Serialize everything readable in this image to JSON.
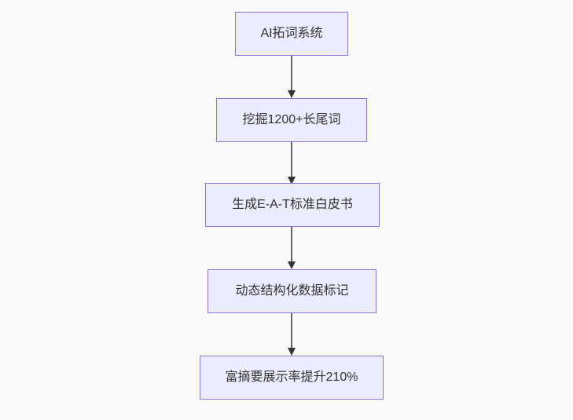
{
  "diagram": {
    "type": "flowchart",
    "direction": "top-down",
    "nodes": [
      {
        "id": "n1",
        "label": "AI拓词系统"
      },
      {
        "id": "n2",
        "label": "挖掘1200+长尾词"
      },
      {
        "id": "n3",
        "label": "生成E-A-T标准白皮书"
      },
      {
        "id": "n4",
        "label": "动态结构化数据标记"
      },
      {
        "id": "n5",
        "label": "富摘要展示率提升210%"
      }
    ],
    "edges": [
      {
        "from": "n1",
        "to": "n2"
      },
      {
        "from": "n2",
        "to": "n3"
      },
      {
        "from": "n3",
        "to": "n4"
      },
      {
        "from": "n4",
        "to": "n5"
      }
    ]
  },
  "colors": {
    "node-fill": "#ECECFF",
    "node-border": "#9370DB",
    "edge-line": "#666666",
    "arrow-head": "#333333",
    "text": "#333333",
    "background": "#F9F9F9"
  }
}
